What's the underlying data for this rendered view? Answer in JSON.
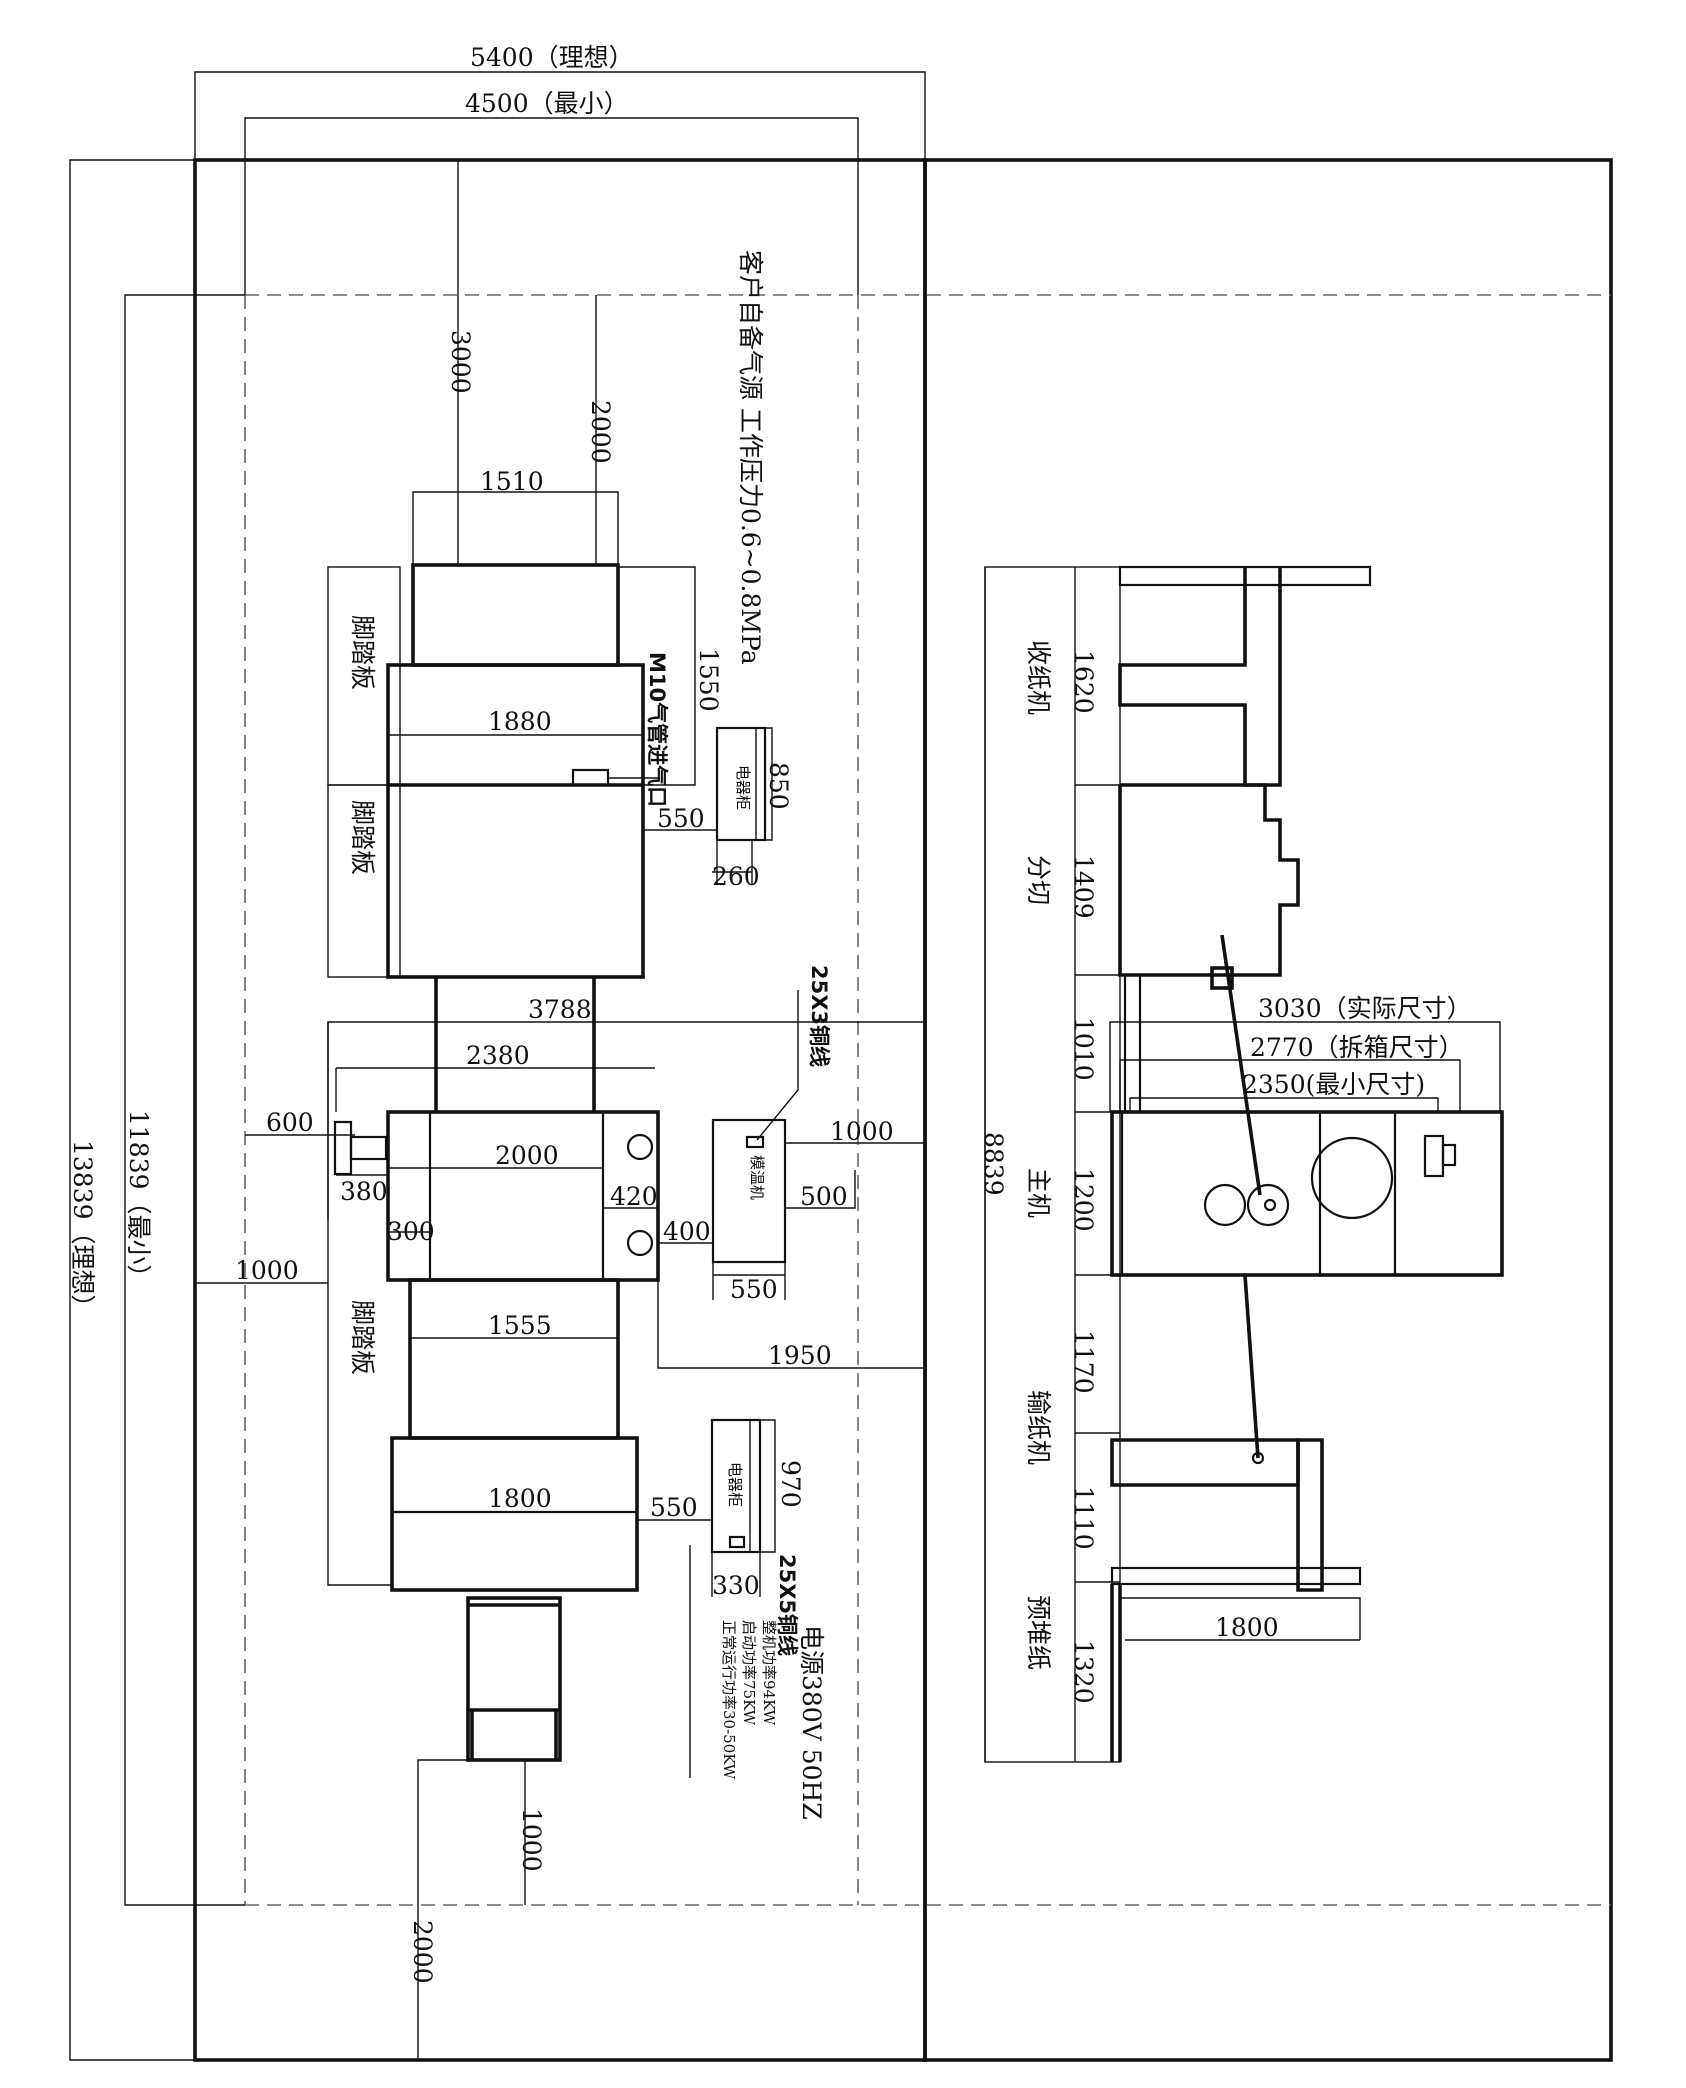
{
  "dims": {
    "w5400": "5400（理想）",
    "w4500": "4500（最小）",
    "h3000": "3000",
    "h2000_top": "2000",
    "w1510": "1510",
    "h1550": "1550",
    "w1880": "1880",
    "h850": "850",
    "w550_a": "550",
    "w260": "260",
    "w3788": "3788",
    "w2380": "2380",
    "w600": "600",
    "w2000": "2000",
    "w1000_r": "1000",
    "w380": "380",
    "w500": "500",
    "w420": "420",
    "w300": "300",
    "w400": "400",
    "w550_b": "550",
    "w1000_l": "1000",
    "w1555": "1555",
    "w1950": "1950",
    "w1800_l": "1800",
    "w550_c": "550",
    "h970": "970",
    "w330": "330",
    "h1000_b": "1000",
    "h2000_b": "2000",
    "h11839": "11839（最小）",
    "h13839": "13839（理想）",
    "r1620": "1620",
    "r1409": "1409",
    "r1010": "1010",
    "r3030": "3030（实际尺寸）",
    "r2770": "2770（拆箱尺寸）",
    "r2350": "2350(最小尺寸)",
    "r8839": "8839",
    "r1200": "1200",
    "r1170": "1170",
    "r1110": "1110",
    "r1800": "1800",
    "r1320": "1320"
  },
  "labels": {
    "air_note": "客户自备气源 工作压力0.6~0.8MPa",
    "pedal": "脚踏板",
    "air_port": "M10气管进气口",
    "cabinet": "电器柜",
    "heater": "模温机",
    "copper_3": "25X3铜线",
    "copper_5": "25X5铜线",
    "power_main": "电源380V 50HZ",
    "power_total": "整机功率94KW",
    "power_start": "启动功率75KW",
    "power_run": "正常运行功率30-50KW",
    "stacker": "收纸机",
    "cutter": "分切",
    "main_machine": "主机",
    "feeder": "输纸机",
    "prestack": "预堆纸"
  }
}
